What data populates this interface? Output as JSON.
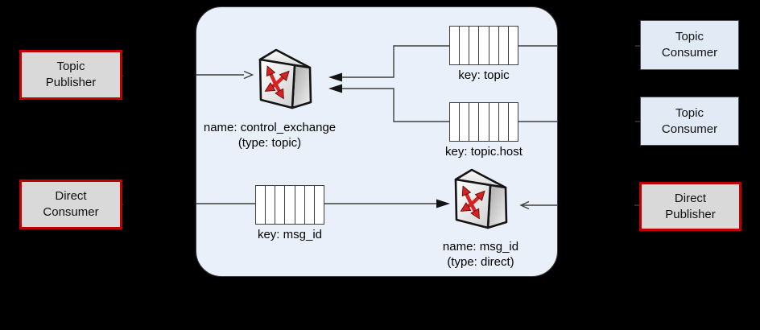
{
  "nodes": {
    "topic_publisher": "Topic\nPublisher",
    "direct_consumer": "Direct\nConsumer",
    "topic_consumer_1": "Topic\nConsumer",
    "topic_consumer_2": "Topic\nConsumer",
    "direct_publisher": "Direct\nPublisher"
  },
  "exchanges": {
    "control": {
      "name": "name: control_exchange",
      "type": "(type: topic)"
    },
    "direct": {
      "name": "name: msg_id",
      "type": "(type: direct)"
    }
  },
  "queues": {
    "topic": "key: topic",
    "topic_host": "key: topic.host",
    "msg_id": "key: msg_id"
  },
  "colors": {
    "background": "#000000",
    "broker_panel_fill": "#eaf0f9",
    "broker_panel_border": "#3f3f3f",
    "publisher_box_fill": "#d9d9d9",
    "publisher_box_border": "#c00000",
    "consumer_box_fill": "#e2eaf6",
    "consumer_box_border": "#4d4d4d",
    "queue_fill": "#ffffff",
    "connector": "#3f3f3f",
    "exchange_arrow_red": "#d62222"
  }
}
